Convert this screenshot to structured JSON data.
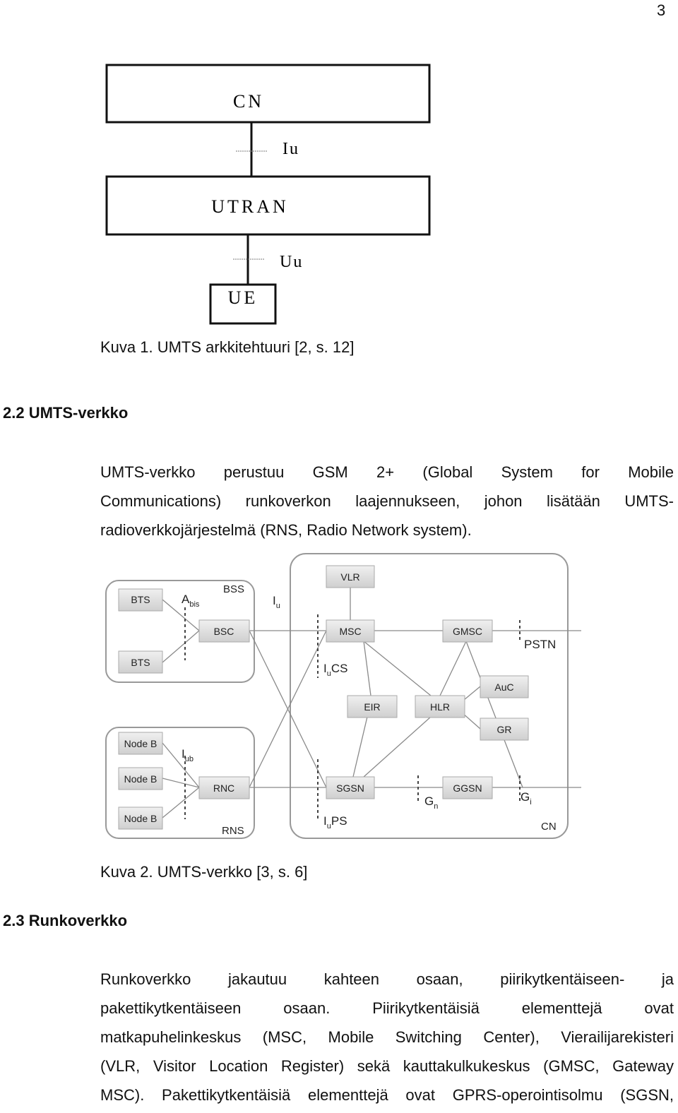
{
  "page_number": "3",
  "figure1": {
    "boxes": {
      "cn": "CN",
      "utran": "UTRAN",
      "ue": "UE"
    },
    "interfaces": {
      "iu": "Iu",
      "uu": "Uu"
    },
    "caption": "Kuva 1. UMTS arkkitehtuuri  [2, s. 12]"
  },
  "section_2_2": {
    "heading": "2.2 UMTS-verkko",
    "lines": [
      "UMTS-verkko perustuu GSM 2+ (Global System for Mobile",
      "Communications) runkoverkon laajennukseen, johon lisätään UMTS-",
      "radioverkkojärjestelmä (RNS, Radio Network system)."
    ]
  },
  "figure2": {
    "nodes": {
      "bts1": "BTS",
      "bts2": "BTS",
      "bsc": "BSC",
      "nodeb1": "Node B",
      "nodeb2": "Node B",
      "nodeb3": "Node B",
      "rnc": "RNC",
      "vlr": "VLR",
      "msc": "MSC",
      "gmsc": "GMSC",
      "eir": "EIR",
      "hlr": "HLR",
      "auc": "AuC",
      "gr": "GR",
      "sgsn": "SGSN",
      "ggsn": "GGSN"
    },
    "group_labels": {
      "bss": "BSS",
      "rns": "RNS",
      "cn": "CN",
      "pstn": "PSTN"
    },
    "interfaces": {
      "abis_main": "A",
      "abis_sub": "bis",
      "iu_main": "I",
      "iu_sub": "u",
      "iub_main": "I",
      "iub_sub": "ub",
      "iucs_main": "I",
      "iucs_sub": "u",
      "iucs_tail": "CS",
      "iups_main": "I",
      "iups_sub": "u",
      "iups_tail": "PS",
      "gn_main": "G",
      "gn_sub": "n",
      "gi_main": "G",
      "gi_sub": "i"
    },
    "caption": "Kuva 2. UMTS-verkko [3, s. 6]"
  },
  "section_2_3": {
    "heading": "2.3 Runkoverkko",
    "lines": [
      "Runkoverkko jakautuu kahteen osaan, piirikytkentäiseen- ja",
      "pakettikytkentäiseen osaan.  Piirikytkentäisiä elementtejä ovat",
      "matkapuhelinkeskus (MSC, Mobile Switching Center), Vierailijarekisteri",
      "(VLR, Visitor Location Register) sekä  kauttakulkukeskus (GMSC, Gateway",
      "MSC). Pakettikytkentäisiä elementtejä ovat GPRS-operointisolmu (SGSN,"
    ]
  }
}
